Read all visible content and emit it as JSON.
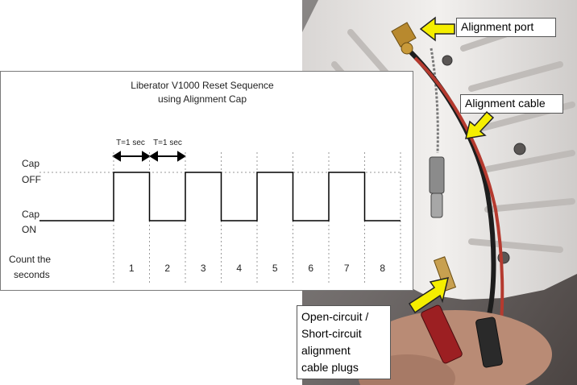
{
  "diagram": {
    "title_line1": "Liberator V1000 Reset Sequence",
    "title_line2": "using Alignment Cap",
    "interval_labels": [
      "T=1 sec",
      "T=1 sec"
    ],
    "states": {
      "off_line1": "Cap",
      "off_line2": "OFF",
      "on_line1": "Cap",
      "on_line2": "ON"
    },
    "count_label_line1": "Count the",
    "count_label_line2": "seconds",
    "seconds": [
      "1",
      "2",
      "3",
      "4",
      "5",
      "6",
      "7",
      "8"
    ],
    "cap_state_per_second": [
      "OFF",
      "ON",
      "OFF",
      "ON",
      "OFF",
      "ON",
      "OFF",
      "ON"
    ]
  },
  "photo": {
    "callouts": {
      "alignment_port": "Alignment port",
      "alignment_cable": "Alignment cable",
      "plugs_lines": [
        "Open-circuit /",
        "Short-circuit",
        "alignment",
        "cable plugs"
      ]
    }
  },
  "colors": {
    "arrow_fill": "#f5ee00",
    "arrow_stroke": "#222222",
    "waveform": "#000000",
    "gridline": "#9a9a9a"
  }
}
